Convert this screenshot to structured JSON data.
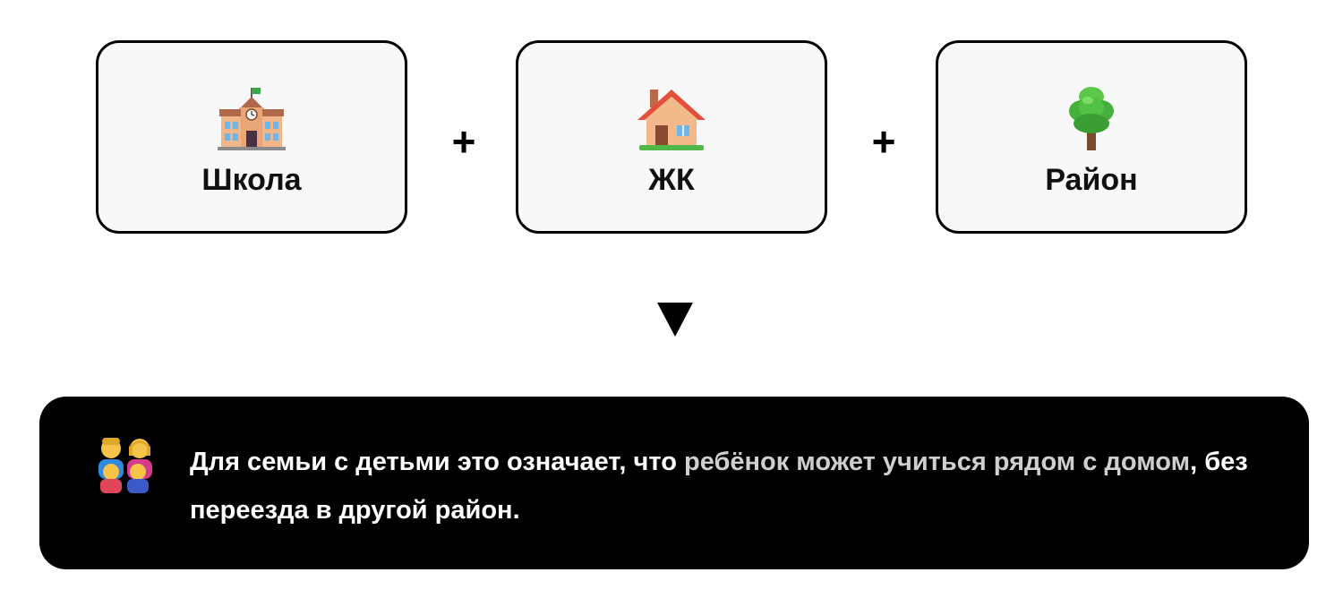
{
  "cards": [
    {
      "label": "Школа",
      "icon": "school-icon"
    },
    {
      "label": "ЖК",
      "icon": "house-icon"
    },
    {
      "label": "Район",
      "icon": "tree-icon"
    }
  ],
  "operators": [
    "+",
    "+"
  ],
  "arrow": {
    "glyph": "▼",
    "icon": "down-triangle-icon"
  },
  "note": {
    "icon": "family-icon",
    "text_before": "Для семьи с детьми это означает, что ",
    "text_highlight": "ребёнок может учиться рядом с домом",
    "text_after": ", без переезда в другой район.",
    "highlight_color": "#cfcfcf",
    "background_color": "#000000"
  }
}
